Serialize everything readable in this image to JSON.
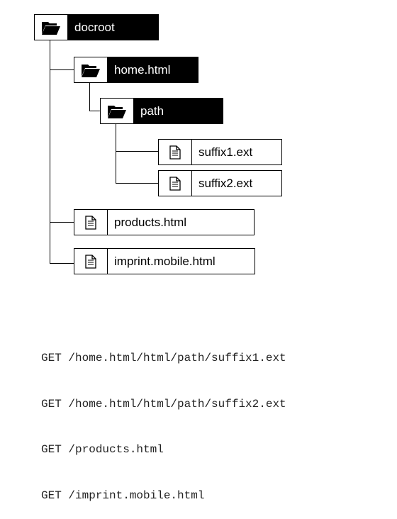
{
  "tree": {
    "root": {
      "label": "docroot",
      "icon": "folder-open-icon"
    },
    "home": {
      "label": "home.html",
      "icon": "folder-open-icon"
    },
    "path": {
      "label": "path",
      "icon": "folder-open-icon"
    },
    "suffix1": {
      "label": "suffix1.ext",
      "icon": "document-icon"
    },
    "suffix2": {
      "label": "suffix2.ext",
      "icon": "document-icon"
    },
    "products": {
      "label": "products.html",
      "icon": "document-icon"
    },
    "imprint": {
      "label": "imprint.mobile.html",
      "icon": "document-icon"
    }
  },
  "requests": [
    "GET /home.html/html/path/suffix1.ext",
    "GET /home.html/html/path/suffix2.ext",
    "GET /products.html",
    "GET /imprint.mobile.html"
  ],
  "colors": {
    "folder_label_bg": "#000000",
    "folder_label_text": "#ffffff",
    "line": "#000000"
  }
}
